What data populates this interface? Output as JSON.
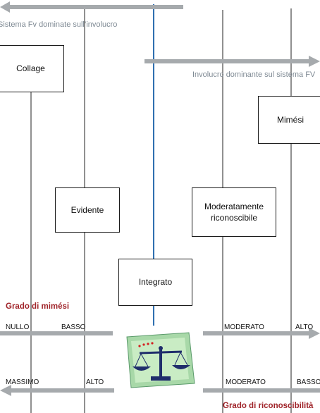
{
  "top_arrows": {
    "left_label": "Sistema Fv  dominate sull’involucro",
    "right_label": "Involucro dominante sul sistema FV"
  },
  "boxes": {
    "collage": "Collage",
    "evidente": "Evidente",
    "integrato": "Integrato",
    "moderatamente": "Moderatamente riconoscibile",
    "mimesi": "Mimési"
  },
  "mimesi_scale": {
    "title": "Grado di mimési",
    "nullo": "NULLO",
    "basso": "BASSO",
    "moderato": "MODERATO",
    "alto": "ALTO"
  },
  "riconoscibilita_scale": {
    "title": "Grado di riconoscibilità",
    "massimo": "MASSIMO",
    "alto": "ALTO",
    "moderato": "MODERATO",
    "basso": "BASSO"
  },
  "icon": "balance-scale-icon",
  "colors": {
    "arrow": "#a6aaad",
    "center_line": "#2f6fb0",
    "heading": "#a0242a",
    "icon_bg": "#a8d8a8"
  }
}
